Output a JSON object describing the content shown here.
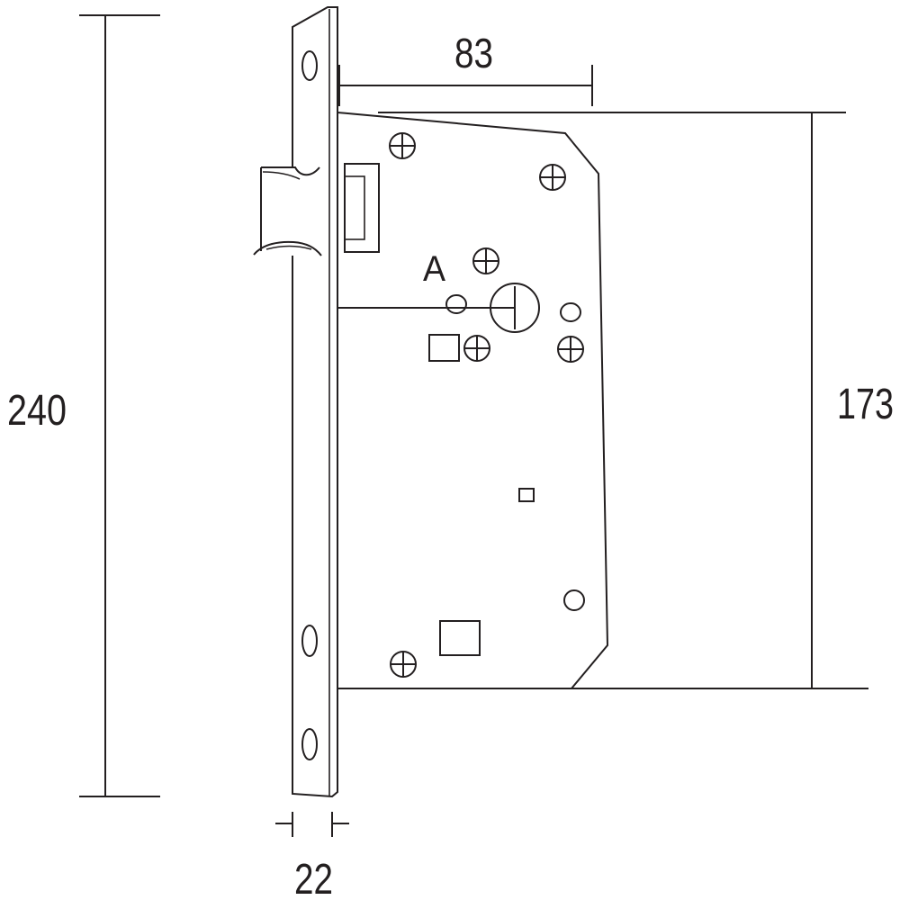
{
  "dimensions": {
    "left": "240",
    "top": "83",
    "right": "173",
    "bottom": "22"
  },
  "labels": {
    "point": "A"
  },
  "colors": {
    "line": "#231f20",
    "background": "#ffffff"
  }
}
